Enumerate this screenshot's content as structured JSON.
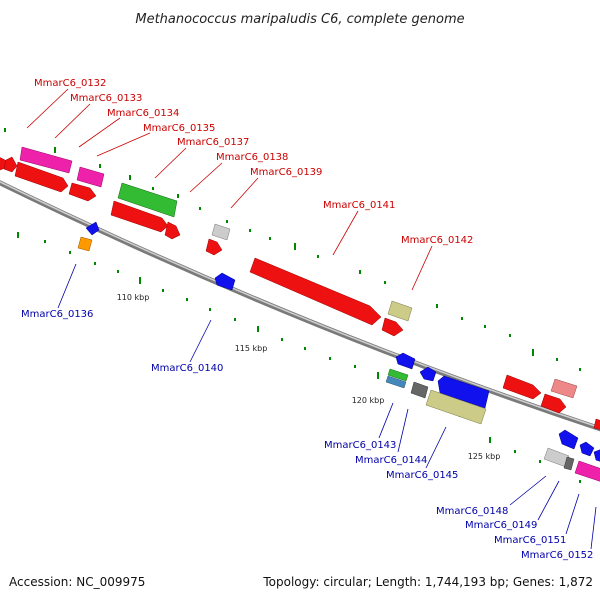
{
  "title": "Methanococcus maripaludis C6, complete genome",
  "footer": {
    "accession": "Accession: NC_009975",
    "summary": "Topology: circular; Length: 1,744,193 bp; Genes: 1,872"
  },
  "colors": {
    "forward_label": "#cc0000",
    "reverse_label": "#0000aa",
    "backbone": "#999999",
    "tick": "#008800"
  },
  "ticks": [
    "110 kbp",
    "115 kbp",
    "120 kbp",
    "125 kbp"
  ],
  "forward_genes": [
    "MmarC6_0132",
    "MmarC6_0133",
    "MmarC6_0134",
    "MmarC6_0135",
    "MmarC6_0137",
    "MmarC6_0138",
    "MmarC6_0139",
    "MmarC6_0141",
    "MmarC6_0142"
  ],
  "reverse_genes": [
    "MmarC6_0136",
    "MmarC6_0140",
    "MmarC6_0143",
    "MmarC6_0144",
    "MmarC6_0145",
    "MmarC6_0148",
    "MmarC6_0149",
    "MmarC6_0151",
    "MmarC6_0152"
  ]
}
